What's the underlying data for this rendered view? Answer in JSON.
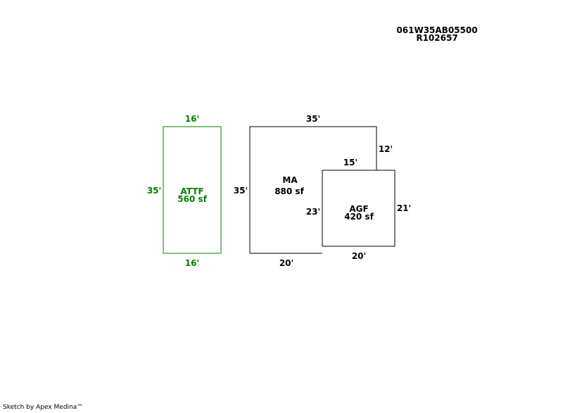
{
  "header": {
    "parcel_id": "061W35AB05500",
    "account_id": "R102657"
  },
  "colors": {
    "outline": "#000000",
    "attf": "#008000"
  },
  "areas": {
    "attf": {
      "name": "ATTF",
      "area": "560 sf",
      "dims": {
        "top": "16'",
        "bottom": "16'",
        "left": "35'"
      }
    },
    "ma": {
      "name": "MA",
      "area": "880 sf",
      "dims": {
        "top": "35'",
        "right": "12'",
        "notch_top": "15'",
        "notch_left": "23'",
        "bottom": "20'",
        "left": "35'"
      }
    },
    "agf": {
      "name": "AGF",
      "area": "420 sf",
      "dims": {
        "right": "21'",
        "bottom": "20'"
      }
    }
  },
  "footer": {
    "credit": "Sketch by Apex Medina™"
  }
}
